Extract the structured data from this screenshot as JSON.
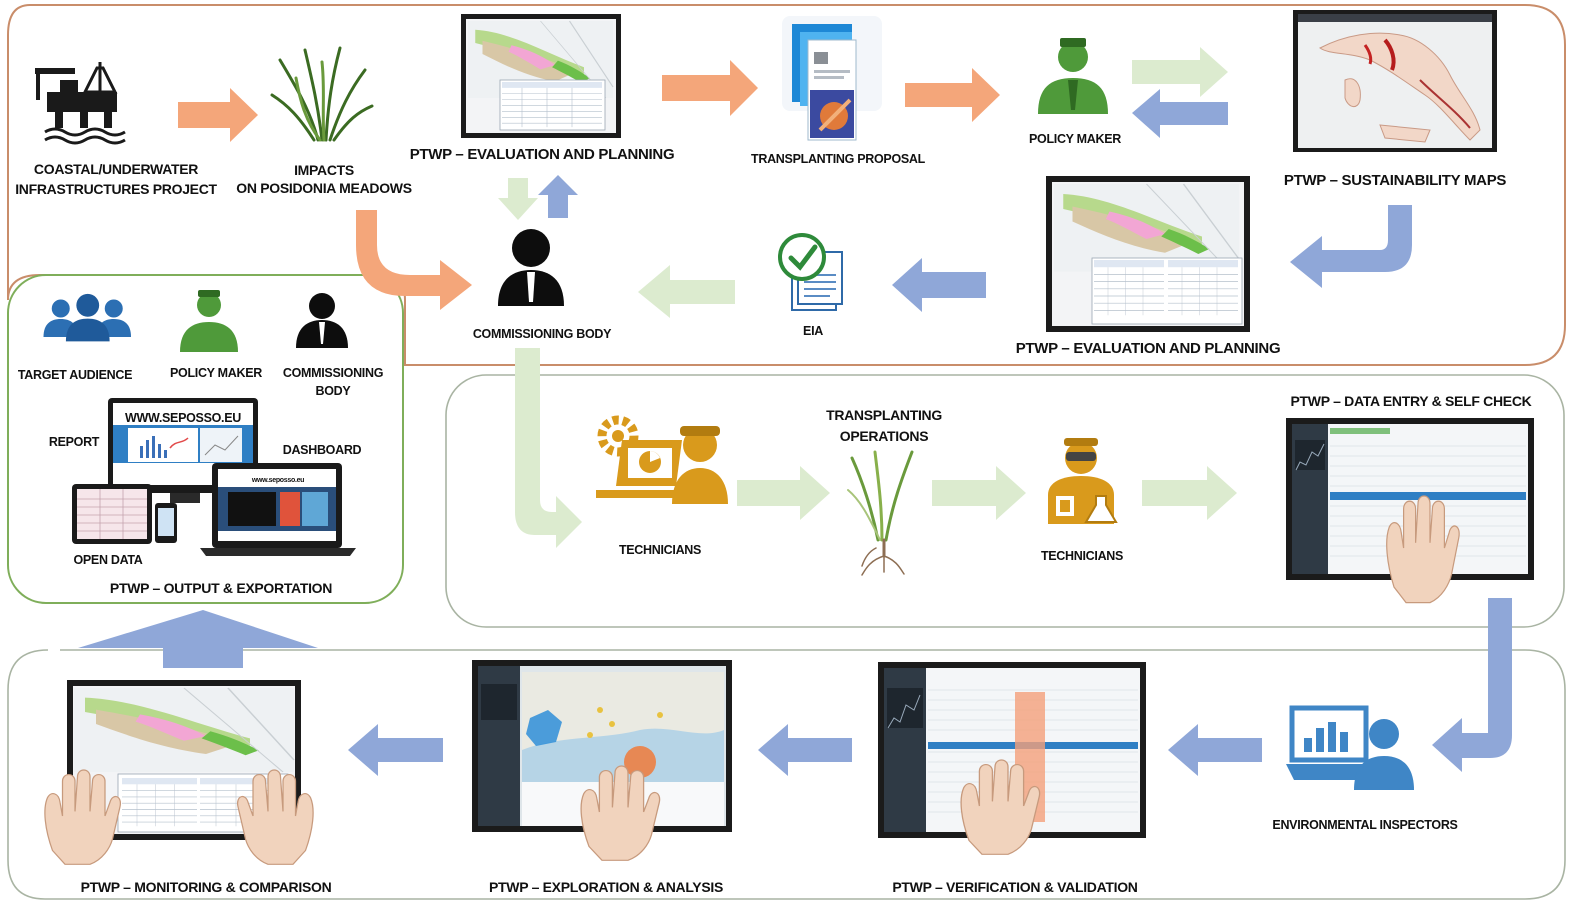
{
  "labels": {
    "coastal_line1": "COASTAL/UNDERWATER",
    "coastal_line2": "INFRASTRUCTURES PROJECT",
    "impacts_line1": "IMPACTS",
    "impacts_line2": "ON POSIDONIA MEADOWS",
    "eval_top": "PTWP – EVALUATION AND PLANNING",
    "transplanting_proposal": "TRANSPLANTING PROPOSAL",
    "policy_maker_top": "POLICY MAKER",
    "sustainability_maps": "PTWP – SUSTAINABILITY MAPS",
    "commissioning_body": "COMMISSIONING BODY",
    "eia": "EIA",
    "eval_right": "PTWP – EVALUATION AND PLANNING",
    "target_audience": "TARGET AUDIENCE",
    "policy_maker_panel": "POLICY MAKER",
    "commissioning_line1": "COMMISSIONING",
    "commissioning_line2": "BODY",
    "report": "REPORT",
    "dashboard": "DASHBOARD",
    "website": "WWW.SEPOSSO.EU",
    "website_small": "www.seposso.eu",
    "open_data": "OPEN DATA",
    "output_exportation": "PTWP – OUTPUT & EXPORTATION",
    "technicians_1": "TECHNICIANS",
    "transplanting_ops_line1": "TRANSPLANTING",
    "transplanting_ops_line2": "OPERATIONS",
    "technicians_2": "TECHNICIANS",
    "data_entry": "PTWP – DATA ENTRY & SELF CHECK",
    "environmental_inspectors": "ENVIRONMENTAL INSPECTORS",
    "monitoring": "PTWP – MONITORING & COMPARISON",
    "exploration": "PTWP – EXPLORATION & ANALYSIS",
    "verification": "PTWP – VERIFICATION & VALIDATION"
  },
  "colors": {
    "orange_arrow": "#f4a67a",
    "green_arrow": "#dcebcf",
    "blue_arrow": "#8fa7d8",
    "border_top": "#c98d6a",
    "border_green": "#7fae5a",
    "border_grey": "#a9b4a3",
    "tech_gold": "#d99a1c",
    "inspector_blue": "#3f86c6",
    "policy_green": "#4f9a3a"
  },
  "icons": [
    "oil-rig-icon",
    "seagrass-icon",
    "document-icon",
    "policy-maker-icon",
    "commissioning-body-icon",
    "eia-checkmark-icon",
    "target-audience-icon",
    "technician-laptop-icon",
    "seagrass-plant-icon",
    "lab-technician-icon",
    "environmental-inspector-icon",
    "touch-hand-icon"
  ]
}
